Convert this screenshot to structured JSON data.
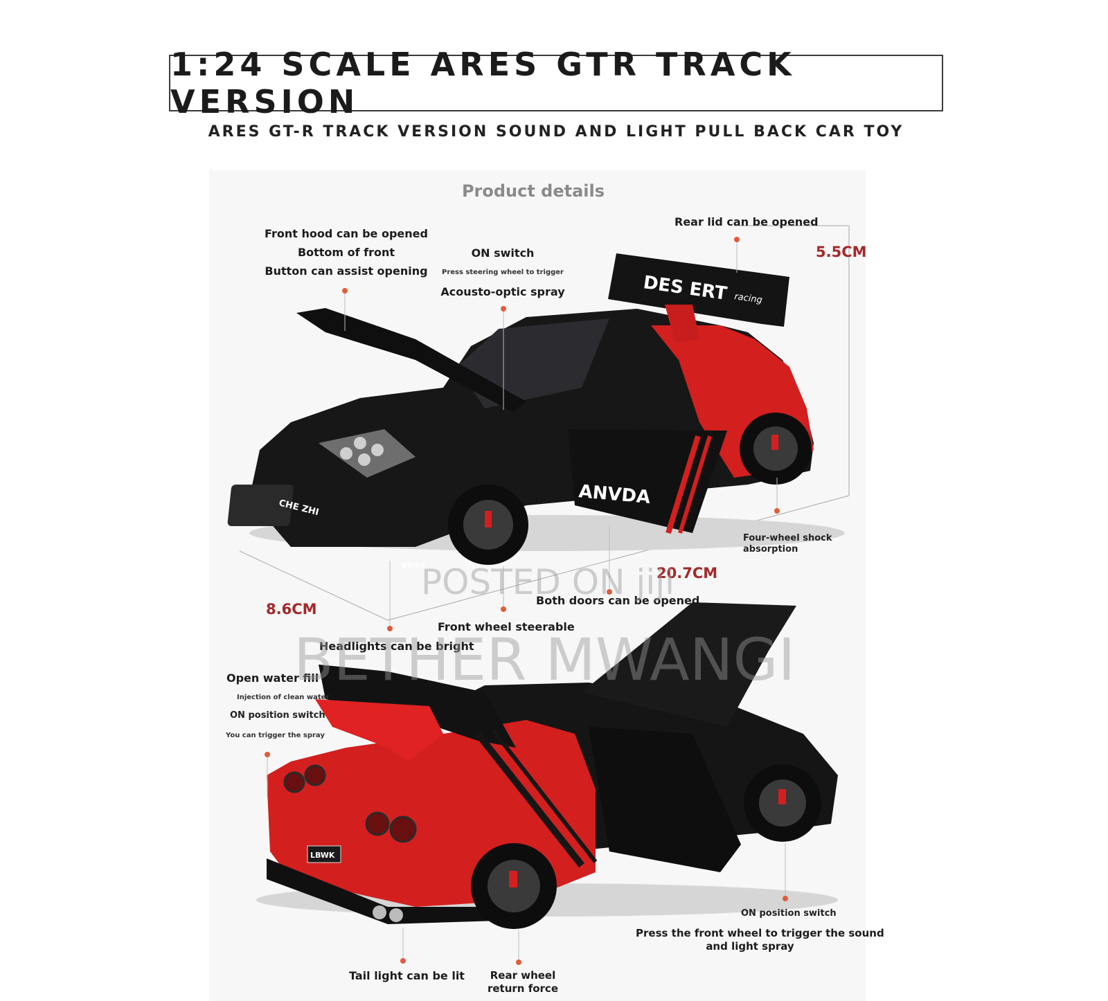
{
  "header": {
    "title": "1:24 SCALE ARES GTR TRACK VERSION",
    "subtitle": "ARES GT-R TRACK VERSION SOUND AND LIGHT PULL BACK CAR TOY"
  },
  "section": {
    "heading": "Product details"
  },
  "dimensions": {
    "height": "5.5CM",
    "length": "20.7CM",
    "width": "8.6CM"
  },
  "top_callouts": {
    "front_hood": [
      "Front hood can be opened",
      "Bottom of front",
      "Button can assist opening"
    ],
    "on_switch_title": "ON switch",
    "on_switch_sub": "Press steering wheel to trigger",
    "acousto": "Acousto-optic spray",
    "rear_lid": "Rear lid can be opened",
    "shock": [
      "Four-wheel shock",
      "absorption"
    ],
    "doors": "Both doors can be opened",
    "front_wheel": "Front wheel steerable",
    "headlights": "Headlights can be bright"
  },
  "bottom_callouts": {
    "water_fill": "Open water fill",
    "injection": "Injection of clean water",
    "on_position": "ON position switch",
    "trigger_spray": "You can trigger the spray",
    "on_position_right": "ON position switch",
    "press_front": [
      "Press the front wheel to trigger the sound",
      "and light spray"
    ],
    "tail_light": "Tail light can be lit",
    "rear_wheel": [
      "Rear wheel",
      "return force"
    ]
  },
  "car_decals": {
    "spoiler": "DES ERT",
    "spoiler_small": "racing",
    "door": "ANVDA",
    "plate": "CHE ZHI",
    "bride": "BRIDE",
    "rear_plate": "LBWK"
  },
  "watermark": {
    "line1": "POSTED ON jiji",
    "line2": "BETHER MWANGI"
  },
  "colors": {
    "car_red": "#d41f1f",
    "car_black": "#161616",
    "accent_dim": "#a4282a",
    "callout_dot": "#e25b3a"
  }
}
